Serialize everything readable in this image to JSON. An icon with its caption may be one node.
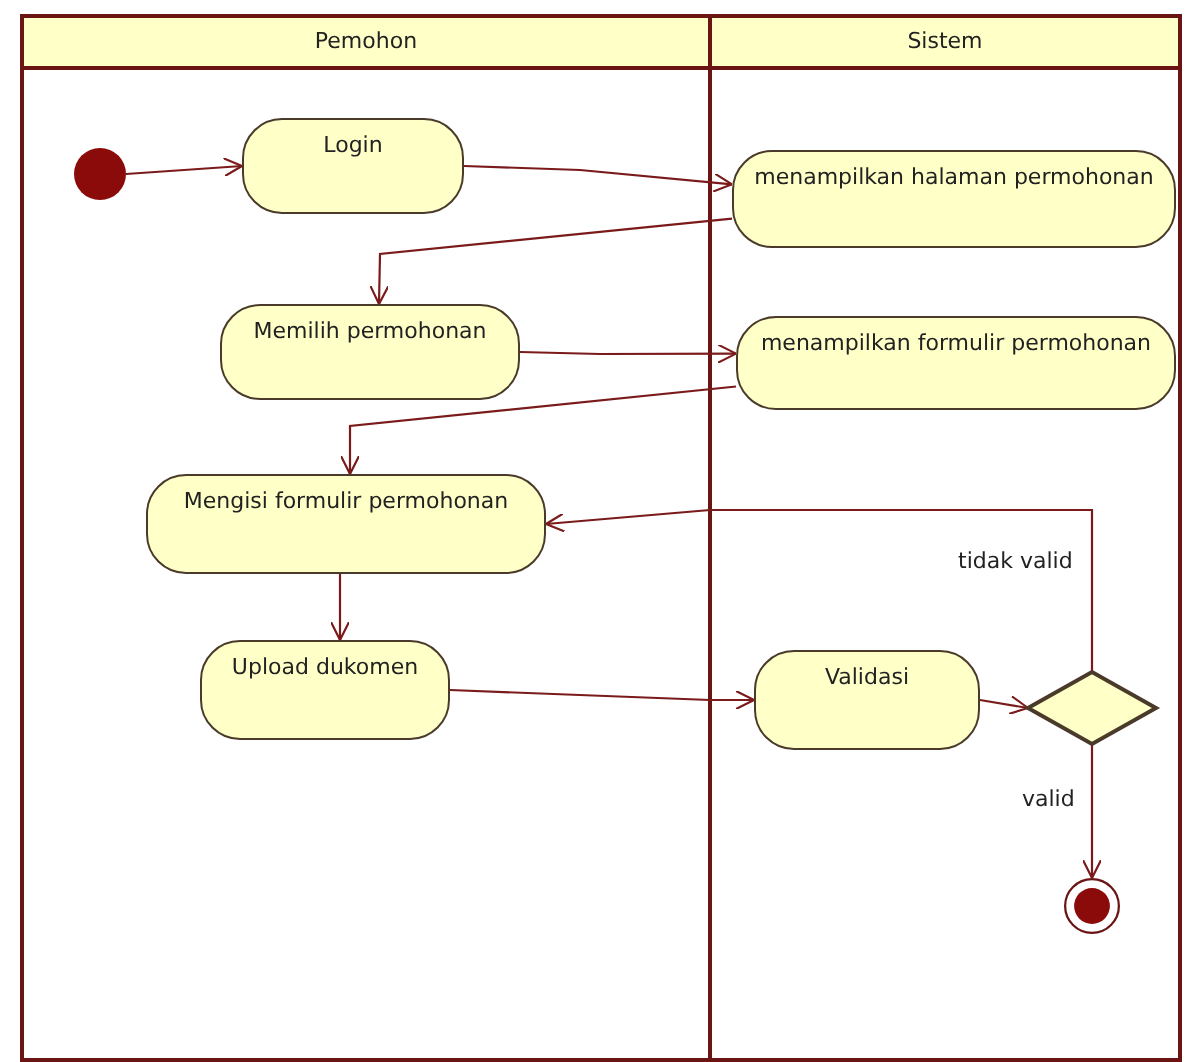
{
  "diagram": {
    "nodes": [
      {
        "text": [
          "Pemohon"
        ]
      },
      {
        "text": [
          "Sistem"
        ]
      },
      {
        "text": [],
        "shape": "circle",
        "in": 0
      },
      {
        "text": [
          "Login"
        ],
        "in": 0
      },
      {
        "text": [
          "menampilkan halaman permohonan"
        ],
        "in": 1
      },
      {
        "text": [
          "Memilih permohonan"
        ],
        "in": 0
      },
      {
        "text": [
          "menampilkan formulir permohonan"
        ],
        "in": 1
      },
      {
        "text": [
          "Mengisi formulir permohonan"
        ],
        "in": 0
      },
      {
        "text": [
          "Upload dukomen"
        ],
        "in": 0
      },
      {
        "text": [
          "Validasi"
        ],
        "in": 1
      },
      {
        "text": [],
        "shape": "diamond",
        "in": 1
      },
      {
        "text": [],
        "shape": "circle",
        "in": 1
      }
    ],
    "edges": [
      {
        "from": 2,
        "to": 3,
        "arrow": "to"
      },
      {
        "from": 3,
        "to": 4,
        "arrow": "to"
      },
      {
        "from": 4,
        "to": 5,
        "arrow": "to"
      },
      {
        "from": 5,
        "to": 6,
        "arrow": "to"
      },
      {
        "from": 6,
        "to": 7,
        "arrow": "to"
      },
      {
        "from": 7,
        "to": 8,
        "arrow": "to"
      },
      {
        "from": 8,
        "to": 9,
        "arrow": "to"
      },
      {
        "from": 9,
        "to": 10,
        "arrow": "to"
      },
      {
        "from": 10,
        "to": 7,
        "arrow": "to",
        "label": "tidak valid"
      },
      {
        "from": 10,
        "to": 11,
        "arrow": "to",
        "label": "valid"
      }
    ]
  }
}
